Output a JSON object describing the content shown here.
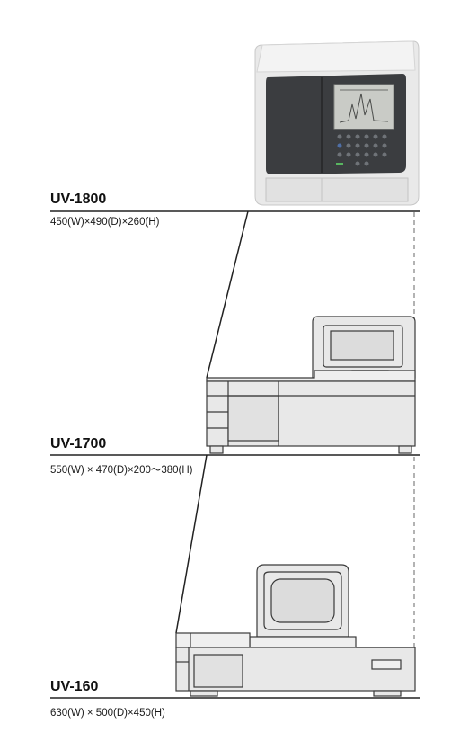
{
  "models": [
    {
      "name": "UV-1800",
      "dimensions": "450(W)×490(D)×260(H)"
    },
    {
      "name": "UV-1700",
      "dimensions": "550(W) × 470(D)×200〜380(H)"
    },
    {
      "name": "UV-160",
      "dimensions": "630(W) × 500(D)×450(H)"
    }
  ],
  "colors": {
    "instrument_body": "#e6e6e6",
    "instrument_panel": "#3b3d40",
    "screen": "#c9cbc6",
    "line_drawing_fill": "#e8e8e8",
    "line_drawing_stroke": "#3a3a3a",
    "guide_line": "#222222",
    "dashed_line": "#9a9a9a"
  }
}
